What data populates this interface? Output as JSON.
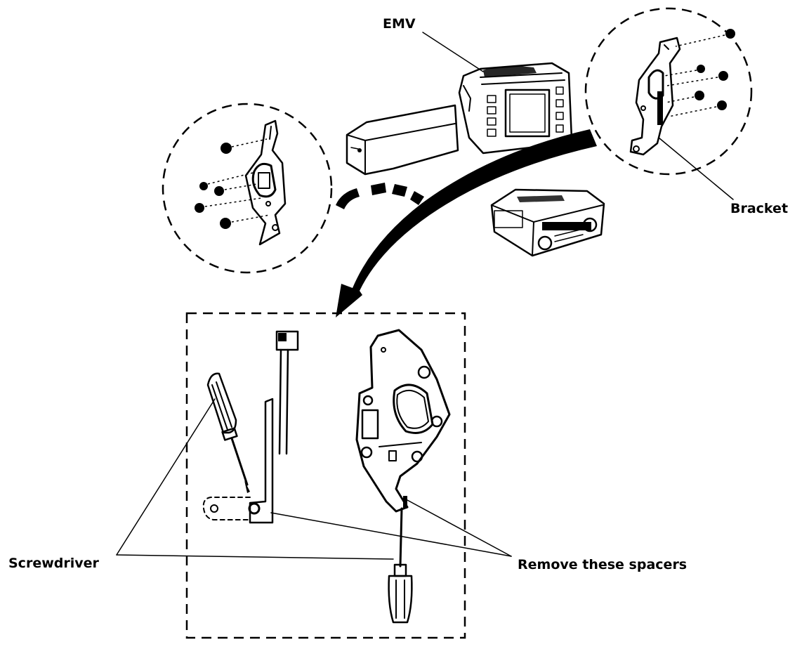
{
  "labels": {
    "emv": "EMV",
    "bracket": "Bracket",
    "screwdriver": "Screwdriver",
    "spacers": "Remove these spacers"
  },
  "colors": {
    "ink": "#000000",
    "paper": "#ffffff"
  },
  "icons": [
    "screw-icon",
    "screwdriver-icon",
    "curved-arrow-icon",
    "dashed-arrow-icon"
  ]
}
